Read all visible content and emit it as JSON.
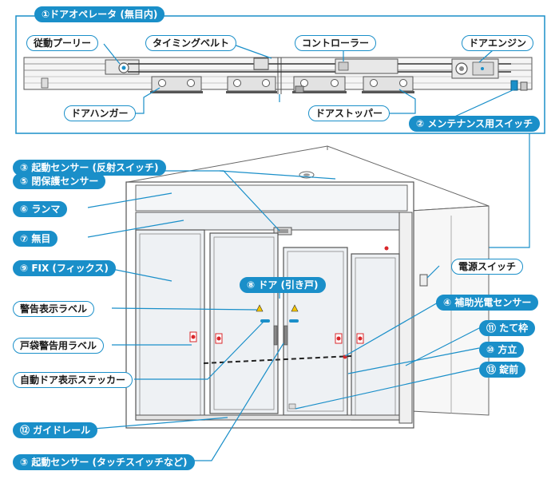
{
  "title": "①ドアオペレータ (無目内)",
  "operator_parts": {
    "driven_pulley": "従動プーリー",
    "timing_belt": "タイミングベルト",
    "controller": "コントローラー",
    "door_engine": "ドアエンジン",
    "door_hanger": "ドアハンガー",
    "door_stopper": "ドアストッパー",
    "maintenance_switch": "② メンテナンス用スイッチ"
  },
  "front_labels": {
    "activation_sensor_reflective": "③ 起動センサー (反射スイッチ)",
    "closing_protection_sensor": "⑤ 閉保護センサー",
    "transom": "⑥ ランマ",
    "header": "⑦ 無目",
    "fix_panel": "⑨ FIX (フィックス)",
    "door_sliding": "⑧ ドア (引き戸)",
    "warning_label": "警告表示ラベル",
    "pocket_warning_label": "戸袋警告用ラベル",
    "auto_door_sticker": "自動ドア表示ステッカー",
    "guide_rail": "⑫ ガイドレール",
    "activation_sensor_touch": "③ 起動センサー (タッチスイッチなど)",
    "power_switch": "電源スイッチ",
    "auxiliary_photo_sensor": "④ 補助光電センサー",
    "vertical_frame": "⑪ たて枠",
    "mullion": "⑩ 方立",
    "lock": "⑬ 錠前"
  },
  "colors": {
    "accent": "#1a8fc9",
    "frame_line": "#555555",
    "glass": "#eef1f4",
    "warning_red": "#d9262a"
  }
}
